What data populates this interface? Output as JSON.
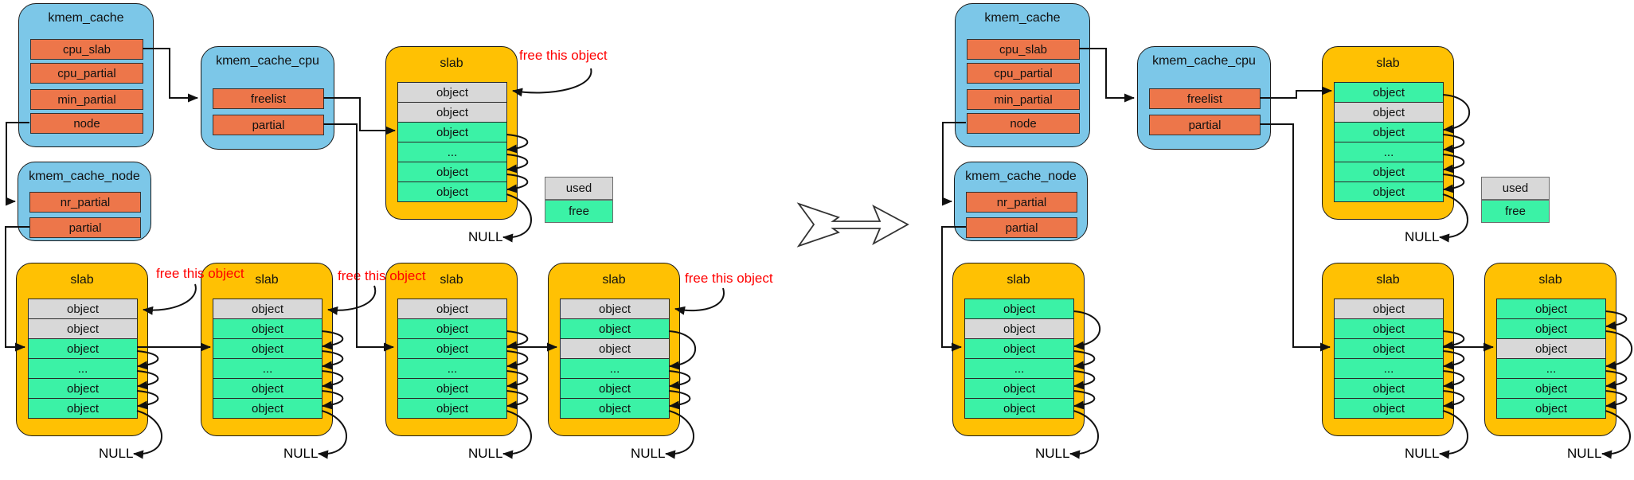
{
  "colors": {
    "struct_bg": "#7CC7E8",
    "field_bg": "#ED764A",
    "slab_bg": "#FFC103",
    "free": "#3BF2A6",
    "used": "#D8D8D8",
    "note": "#FF0000",
    "arrow": "#111111"
  },
  "labels": {
    "null": "NULL"
  },
  "structs": [
    {
      "key": "kmem-cache-left",
      "title": "kmem_cache",
      "fields": [
        {
          "label": "cpu_slab"
        },
        {
          "label": "cpu_partial"
        },
        {
          "label": "min_partial"
        },
        {
          "label": "node"
        }
      ]
    },
    {
      "key": "kmem-cache-cpu-left",
      "title": "kmem_cache_cpu",
      "fields": [
        {
          "label": "freelist"
        },
        {
          "label": "partial"
        }
      ]
    },
    {
      "key": "kmem-cache-node-left",
      "title": "kmem_cache_node",
      "fields": [
        {
          "label": "nr_partial"
        },
        {
          "label": "partial"
        }
      ]
    },
    {
      "key": "kmem-cache-right",
      "title": "kmem_cache",
      "fields": [
        {
          "label": "cpu_slab"
        },
        {
          "label": "cpu_partial"
        },
        {
          "label": "min_partial"
        },
        {
          "label": "node"
        }
      ]
    },
    {
      "key": "kmem-cache-cpu-right",
      "title": "kmem_cache_cpu",
      "fields": [
        {
          "label": "freelist"
        },
        {
          "label": "partial"
        }
      ]
    },
    {
      "key": "kmem-cache-node-right",
      "title": "kmem_cache_node",
      "fields": [
        {
          "label": "nr_partial"
        },
        {
          "label": "partial"
        }
      ]
    }
  ],
  "slabs": [
    {
      "key": "slab-cpu-left",
      "title": "slab",
      "rows": [
        {
          "label": "object",
          "state": "used"
        },
        {
          "label": "object",
          "state": "used"
        },
        {
          "label": "object",
          "state": "free"
        },
        {
          "label": "...",
          "state": "free"
        },
        {
          "label": "object",
          "state": "free"
        },
        {
          "label": "object",
          "state": "free"
        }
      ]
    },
    {
      "key": "slab-node1-left",
      "title": "slab",
      "rows": [
        {
          "label": "object",
          "state": "used"
        },
        {
          "label": "object",
          "state": "used"
        },
        {
          "label": "object",
          "state": "free"
        },
        {
          "label": "...",
          "state": "free"
        },
        {
          "label": "object",
          "state": "free"
        },
        {
          "label": "object",
          "state": "free"
        }
      ]
    },
    {
      "key": "slab-node2-left",
      "title": "slab",
      "rows": [
        {
          "label": "object",
          "state": "used"
        },
        {
          "label": "object",
          "state": "free"
        },
        {
          "label": "object",
          "state": "free"
        },
        {
          "label": "...",
          "state": "free"
        },
        {
          "label": "object",
          "state": "free"
        },
        {
          "label": "object",
          "state": "free"
        }
      ]
    },
    {
      "key": "slab-partial1-left",
      "title": "slab",
      "rows": [
        {
          "label": "object",
          "state": "used"
        },
        {
          "label": "object",
          "state": "free"
        },
        {
          "label": "object",
          "state": "free"
        },
        {
          "label": "...",
          "state": "free"
        },
        {
          "label": "object",
          "state": "free"
        },
        {
          "label": "object",
          "state": "free"
        }
      ]
    },
    {
      "key": "slab-partial2-left",
      "title": "slab",
      "rows": [
        {
          "label": "object",
          "state": "used"
        },
        {
          "label": "object",
          "state": "free"
        },
        {
          "label": "object",
          "state": "used"
        },
        {
          "label": "...",
          "state": "free"
        },
        {
          "label": "object",
          "state": "free"
        },
        {
          "label": "object",
          "state": "free"
        }
      ]
    },
    {
      "key": "slab-cpu-right",
      "title": "slab",
      "rows": [
        {
          "label": "object",
          "state": "free"
        },
        {
          "label": "object",
          "state": "used"
        },
        {
          "label": "object",
          "state": "free"
        },
        {
          "label": "...",
          "state": "free"
        },
        {
          "label": "object",
          "state": "free"
        },
        {
          "label": "object",
          "state": "free"
        }
      ]
    },
    {
      "key": "slab-node1-right",
      "title": "slab",
      "rows": [
        {
          "label": "object",
          "state": "free"
        },
        {
          "label": "object",
          "state": "used"
        },
        {
          "label": "object",
          "state": "free"
        },
        {
          "label": "...",
          "state": "free"
        },
        {
          "label": "object",
          "state": "free"
        },
        {
          "label": "object",
          "state": "free"
        }
      ]
    },
    {
      "key": "slab-partial1-right",
      "title": "slab",
      "rows": [
        {
          "label": "object",
          "state": "used"
        },
        {
          "label": "object",
          "state": "free"
        },
        {
          "label": "object",
          "state": "free"
        },
        {
          "label": "...",
          "state": "free"
        },
        {
          "label": "object",
          "state": "free"
        },
        {
          "label": "object",
          "state": "free"
        }
      ]
    },
    {
      "key": "slab-partial2-right",
      "title": "slab",
      "rows": [
        {
          "label": "object",
          "state": "free"
        },
        {
          "label": "object",
          "state": "free"
        },
        {
          "label": "object",
          "state": "used"
        },
        {
          "label": "...",
          "state": "free"
        },
        {
          "label": "object",
          "state": "free"
        },
        {
          "label": "object",
          "state": "free"
        }
      ]
    }
  ],
  "legends": [
    {
      "items": [
        {
          "label": "used",
          "state": "used"
        },
        {
          "label": "free",
          "state": "free"
        }
      ]
    },
    {
      "items": [
        {
          "label": "used",
          "state": "used"
        },
        {
          "label": "free",
          "state": "free"
        }
      ]
    }
  ],
  "notes": [
    {
      "text": "free this object"
    },
    {
      "text": "free this object"
    },
    {
      "text": "free this object"
    },
    {
      "text": "free this object"
    }
  ]
}
